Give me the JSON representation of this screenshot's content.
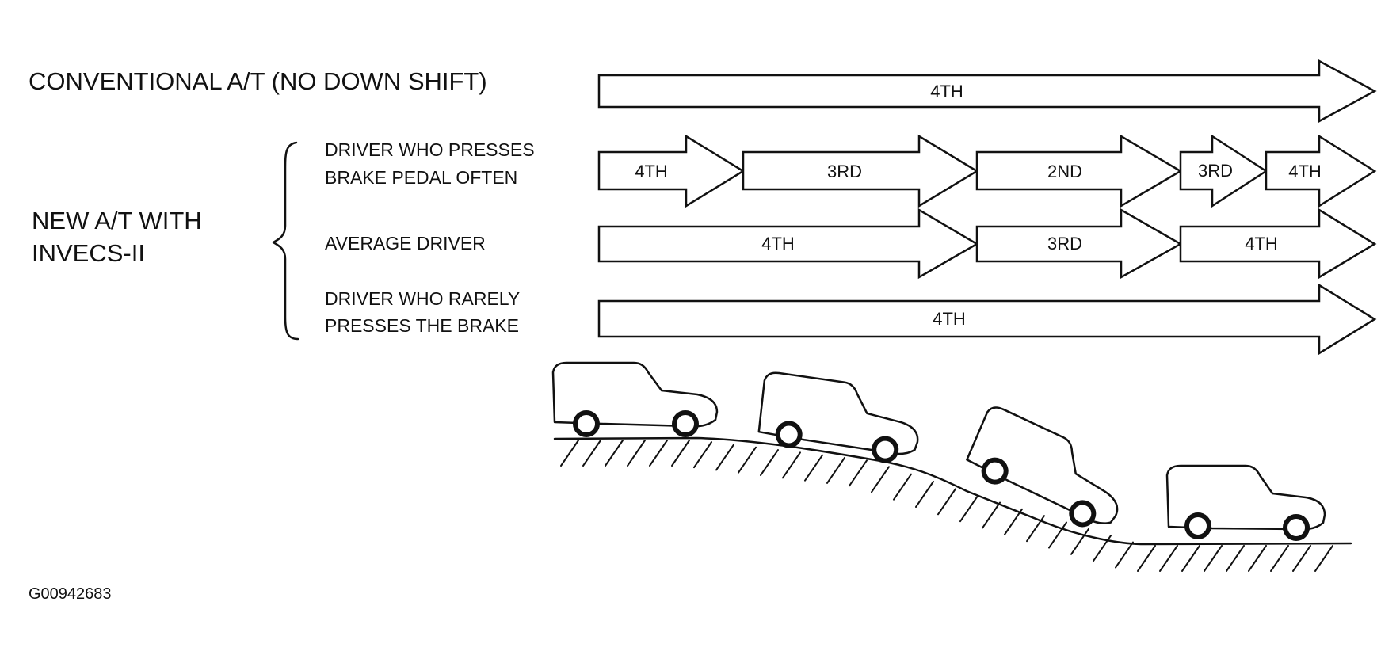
{
  "conventional": {
    "label": "CONVENTIONAL A/T (NO DOWN SHIFT)",
    "gears": [
      "4TH"
    ]
  },
  "new_at": {
    "label_line1": "NEW A/T WITH",
    "label_line2": "INVECS-II"
  },
  "drivers": [
    {
      "label_line1": "DRIVER WHO PRESSES",
      "label_line2": "BRAKE PEDAL OFTEN",
      "gears": [
        "4TH",
        "3RD",
        "2ND",
        "3RD",
        "4TH"
      ]
    },
    {
      "label_line1": "AVERAGE DRIVER",
      "label_line2": "",
      "gears": [
        "4TH",
        "3RD",
        "4TH"
      ]
    },
    {
      "label_line1": "DRIVER WHO RARELY",
      "label_line2": "PRESSES THE BRAKE",
      "gears": [
        "4TH"
      ]
    }
  ],
  "figure_id": "G00942683"
}
